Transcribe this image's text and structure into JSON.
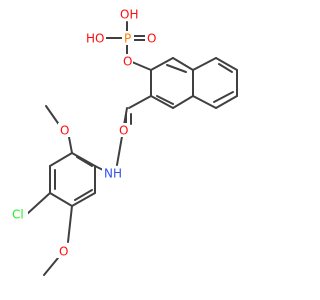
{
  "molecule": {
    "colors": {
      "bond": "#404040",
      "carbon": "#404040",
      "oxygen": "#ff0d0d",
      "nitrogen": "#3050f8",
      "phosphorus": "#ff8000",
      "chlorine": "#1ff01f"
    },
    "labels": {
      "p_oh_top": "OH",
      "p_oh_left": "HO",
      "phosphorus": "P",
      "p_double_o": "O",
      "ester_o": "O",
      "carbonyl_o": "O",
      "amide_nh": "NH",
      "methoxy_top_o": "O",
      "methoxy_bottom_o": "O",
      "chloro": "Cl"
    }
  }
}
